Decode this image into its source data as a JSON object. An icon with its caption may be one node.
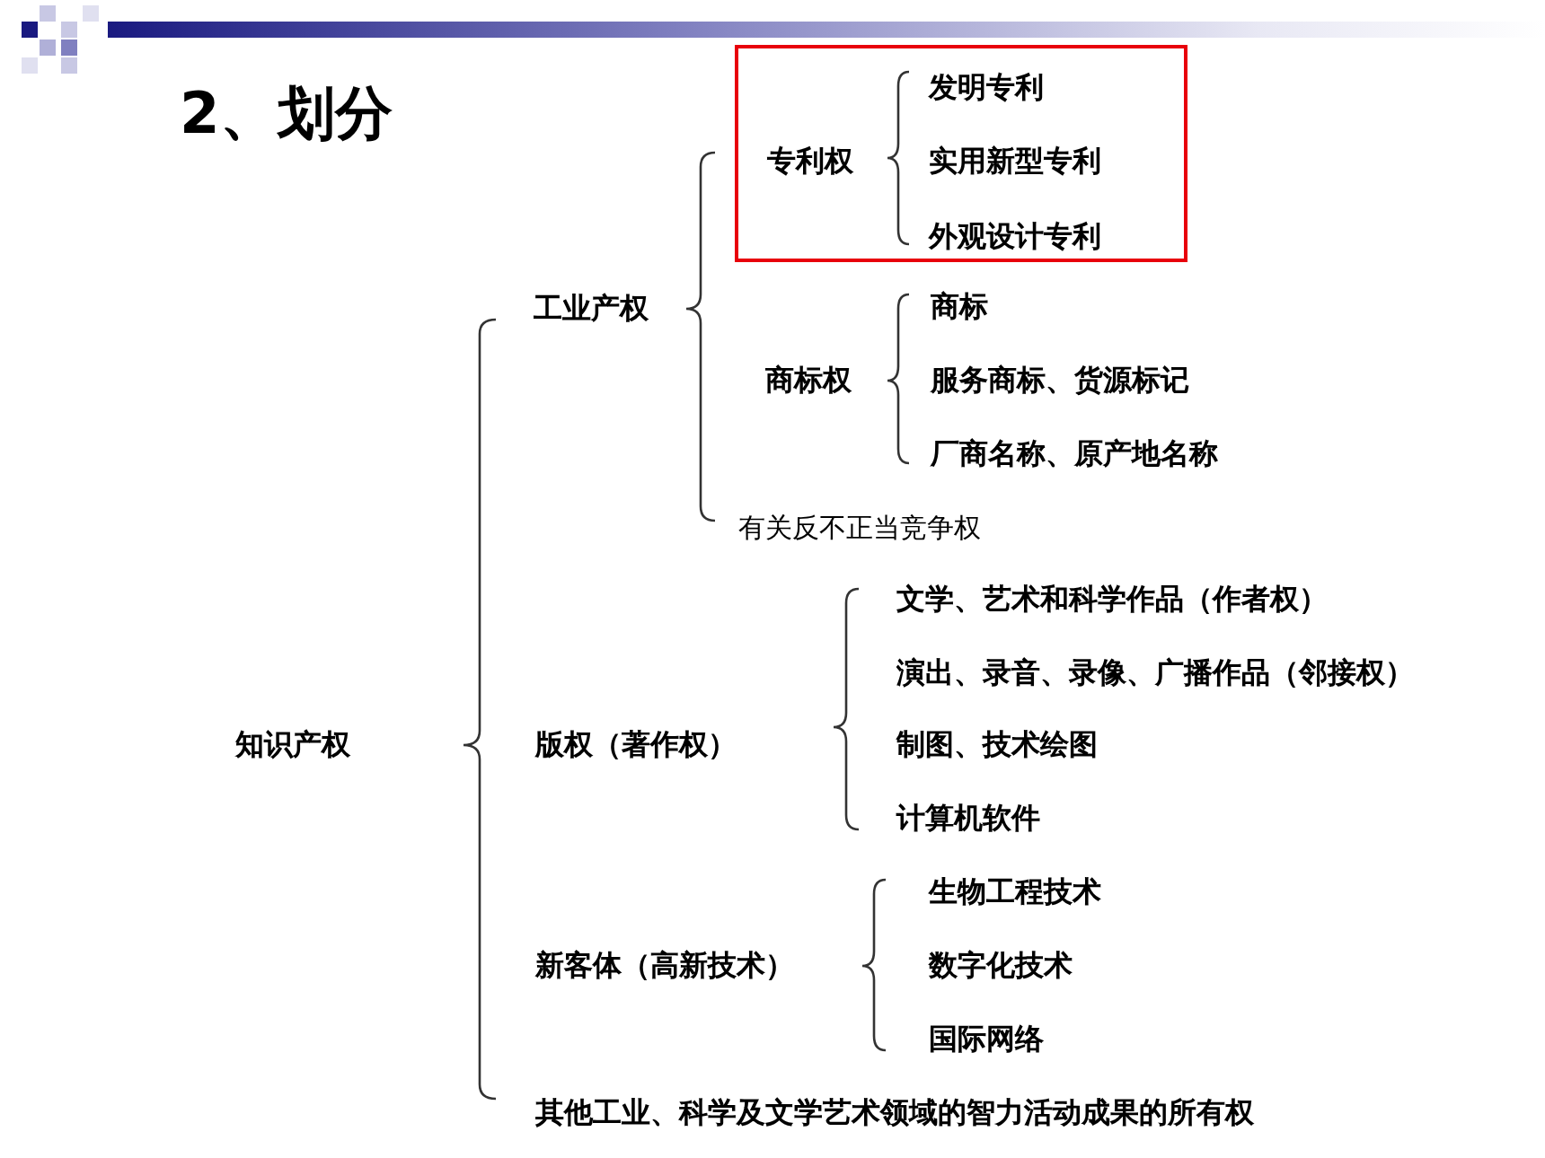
{
  "diagram": {
    "title": "2、划分",
    "nodes": [
      {
        "text": [
          "专利权",
          "发明专利",
          "实用新型专利",
          "外观设计专利"
        ]
      }
    ],
    "labels": [
      "工业产权",
      "商标权",
      "商标",
      "服务商标、货源标记",
      "厂商名称、原产地名称",
      "有关反不正当竞争权",
      "文学、艺术和科学作品（作者权）",
      "演出、录音、录像、广播作品（邻接权）",
      "知识产权",
      "版权（著作权）",
      "制图、技术绘图",
      "计算机软件",
      "生物工程技术",
      "新客体（高新技术）",
      "数字化技术",
      "国际网络",
      "其他工业、科学及文学艺术领域的智力活动成果的所有权"
    ]
  }
}
